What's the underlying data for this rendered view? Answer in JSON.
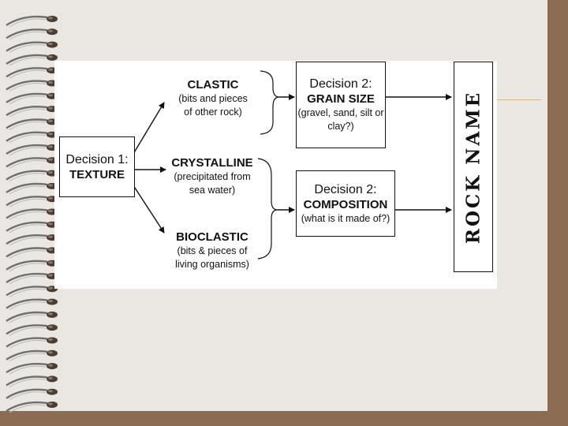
{
  "decision1": {
    "title": "Decision 1:",
    "name": "TEXTURE"
  },
  "textures": [
    {
      "name": "CLASTIC",
      "desc_line1": "(bits and pieces",
      "desc_line2": "of other rock)"
    },
    {
      "name": "CRYSTALLINE",
      "desc_line1": "(precipitated from",
      "desc_line2": "sea water)"
    },
    {
      "name": "BIOCLASTIC",
      "desc_line1": "(bits & pieces of",
      "desc_line2": "living organisms)"
    }
  ],
  "decision2_grain": {
    "title": "Decision 2:",
    "name": "GRAIN SIZE",
    "desc_line1": "(gravel, sand, silt or",
    "desc_line2": "clay?)"
  },
  "decision2_comp": {
    "title": "Decision 2:",
    "name": "COMPOSITION",
    "desc_line1": "(what is it made of?)"
  },
  "result": "ROCK NAME",
  "colors": {
    "slide_bg": "#eae6e1",
    "frame_bg": "#8b6c52",
    "diagram_bg": "#ffffff",
    "ink": "#111111",
    "accent": "#d5b98a"
  }
}
